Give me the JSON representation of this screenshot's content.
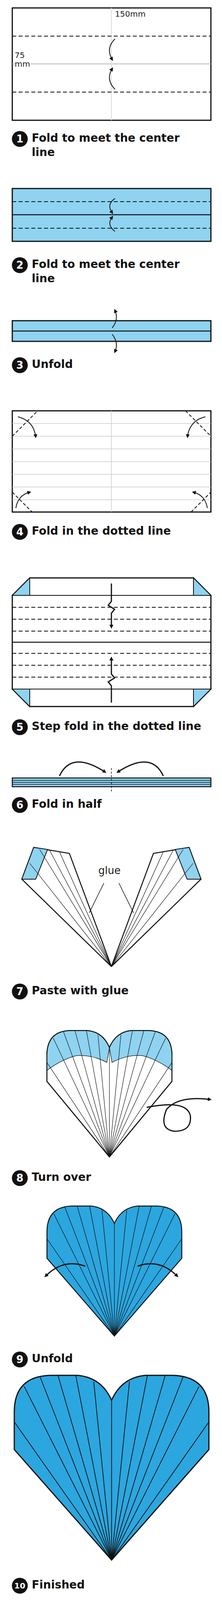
{
  "diagram": {
    "nodes": [
      {
        "text": [
          "1",
          "Fold to meet the center line"
        ]
      },
      {
        "text": [
          "2",
          "Fold to meet the center line"
        ]
      },
      {
        "text": [
          "3",
          "Unfold"
        ]
      },
      {
        "text": [
          "4",
          "Fold in the dotted line"
        ]
      },
      {
        "text": [
          "5",
          "Step fold in the dotted line"
        ]
      },
      {
        "text": [
          "6",
          "Fold in half"
        ]
      },
      {
        "text": [
          "7",
          "Paste with glue"
        ]
      },
      {
        "text": [
          "8",
          "Turn over"
        ]
      },
      {
        "text": [
          "9",
          "Unfold"
        ]
      },
      {
        "text": [
          "10",
          "Finished"
        ]
      }
    ],
    "labels": [
      "150mm",
      "75 mm",
      "glue"
    ]
  }
}
